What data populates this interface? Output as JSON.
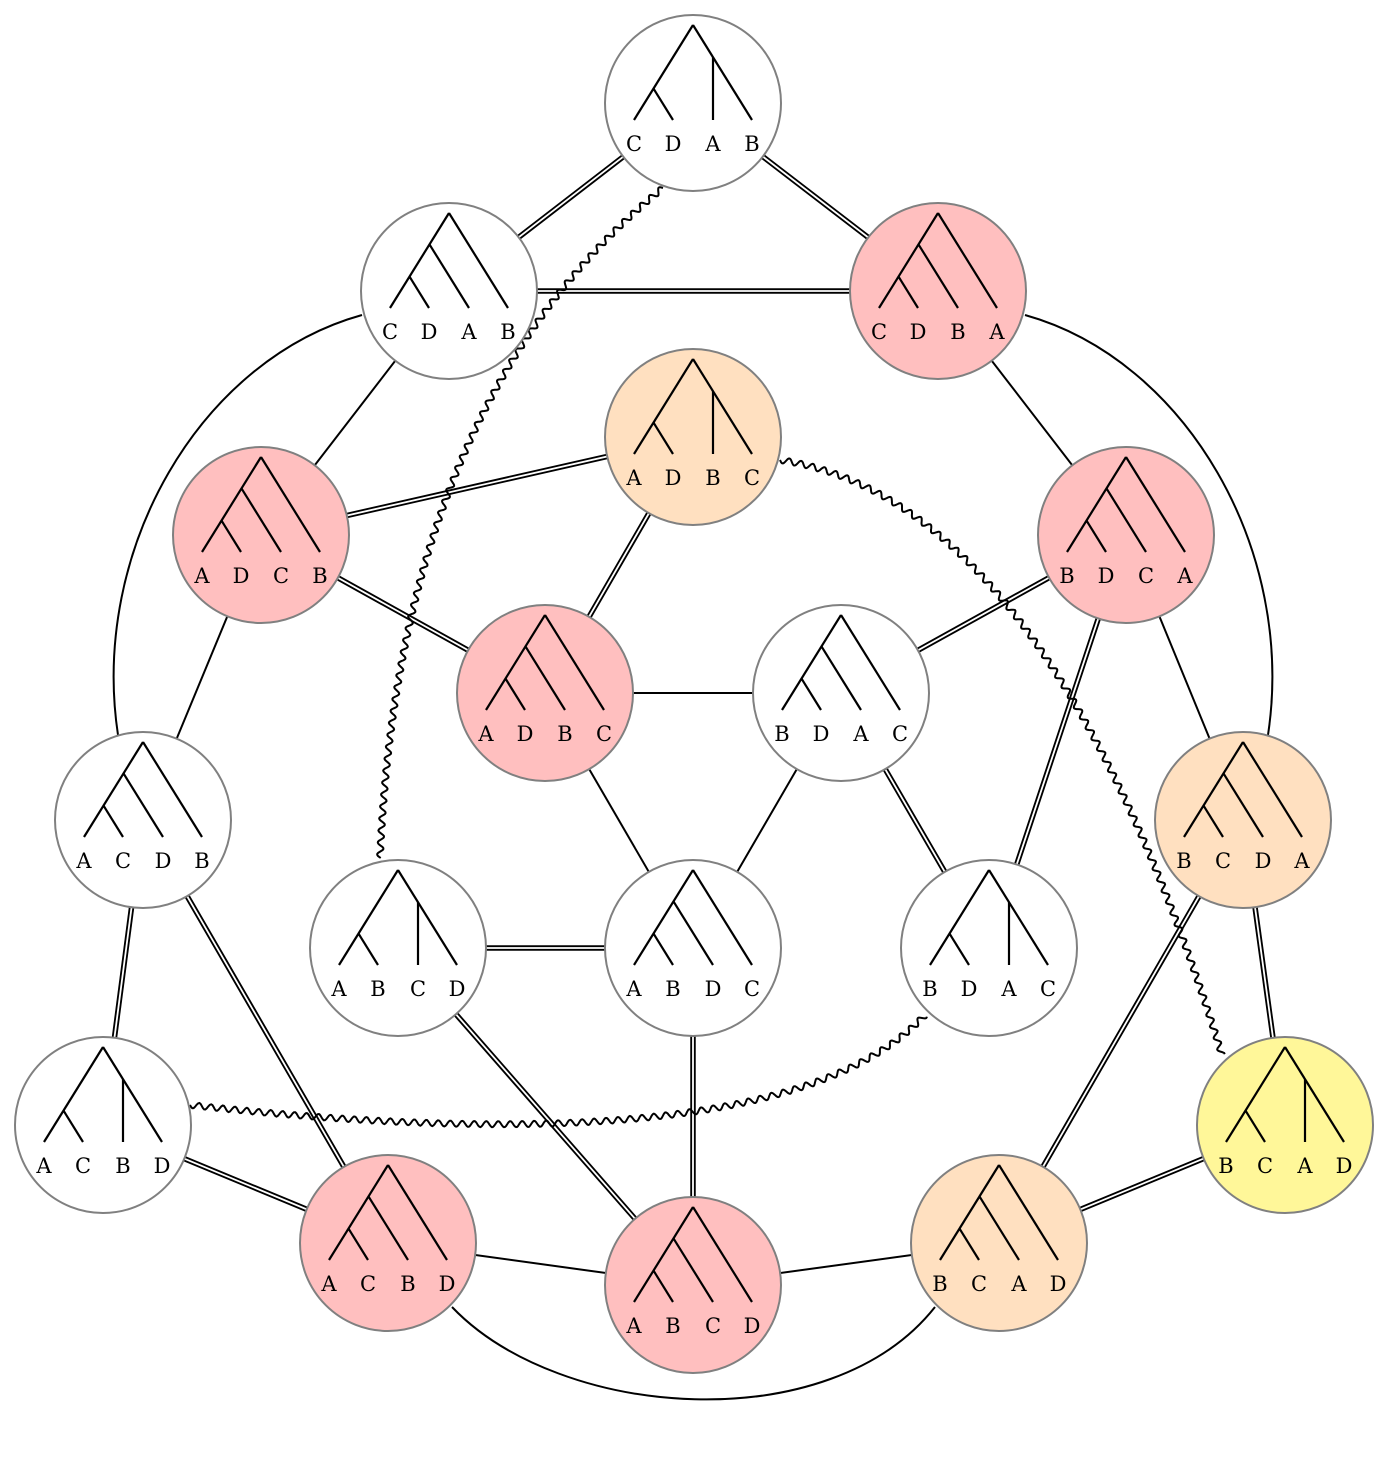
{
  "colors": {
    "white": "#ffffff",
    "pink": "#ffbfbf",
    "orange": "#ffe0c0",
    "yellow": "#fff799",
    "border": "#808080"
  },
  "nodes": [
    {
      "id": "n1",
      "shape": "balanced",
      "fill": "white",
      "leaves": [
        "C",
        "D",
        "A",
        "B"
      ]
    },
    {
      "id": "n2",
      "shape": "caterpillar",
      "fill": "white",
      "leaves": [
        "C",
        "D",
        "A",
        "B"
      ]
    },
    {
      "id": "n3",
      "shape": "caterpillar",
      "fill": "pink",
      "leaves": [
        "C",
        "D",
        "B",
        "A"
      ]
    },
    {
      "id": "n4",
      "shape": "balanced",
      "fill": "orange",
      "leaves": [
        "A",
        "D",
        "B",
        "C"
      ]
    },
    {
      "id": "n5",
      "shape": "caterpillar",
      "fill": "pink",
      "leaves": [
        "A",
        "D",
        "C",
        "B"
      ]
    },
    {
      "id": "n6",
      "shape": "caterpillar",
      "fill": "pink",
      "leaves": [
        "B",
        "D",
        "C",
        "A"
      ]
    },
    {
      "id": "n7",
      "shape": "caterpillar",
      "fill": "pink",
      "leaves": [
        "A",
        "D",
        "B",
        "C"
      ]
    },
    {
      "id": "n8",
      "shape": "caterpillar",
      "fill": "white",
      "leaves": [
        "B",
        "D",
        "A",
        "C"
      ]
    },
    {
      "id": "n9",
      "shape": "caterpillar",
      "fill": "white",
      "leaves": [
        "A",
        "C",
        "D",
        "B"
      ]
    },
    {
      "id": "n10",
      "shape": "caterpillar",
      "fill": "orange",
      "leaves": [
        "B",
        "C",
        "D",
        "A"
      ]
    },
    {
      "id": "n11",
      "shape": "balanced",
      "fill": "white",
      "leaves": [
        "A",
        "B",
        "C",
        "D"
      ]
    },
    {
      "id": "n12",
      "shape": "caterpillar",
      "fill": "white",
      "leaves": [
        "A",
        "B",
        "D",
        "C"
      ]
    },
    {
      "id": "n13",
      "shape": "balanced",
      "fill": "white",
      "leaves": [
        "B",
        "D",
        "A",
        "C"
      ]
    },
    {
      "id": "n14",
      "shape": "balanced",
      "fill": "white",
      "leaves": [
        "A",
        "C",
        "B",
        "D"
      ]
    },
    {
      "id": "n15",
      "shape": "balanced",
      "fill": "yellow",
      "leaves": [
        "B",
        "C",
        "A",
        "D"
      ]
    },
    {
      "id": "n16",
      "shape": "caterpillar",
      "fill": "pink",
      "leaves": [
        "A",
        "C",
        "B",
        "D"
      ]
    },
    {
      "id": "n17",
      "shape": "caterpillar",
      "fill": "pink",
      "leaves": [
        "A",
        "B",
        "C",
        "D"
      ]
    },
    {
      "id": "n18",
      "shape": "caterpillar",
      "fill": "orange",
      "leaves": [
        "B",
        "C",
        "A",
        "D"
      ]
    }
  ],
  "edges": [
    {
      "from": "n1",
      "to": "n2",
      "style": "double"
    },
    {
      "from": "n1",
      "to": "n3",
      "style": "double"
    },
    {
      "from": "n2",
      "to": "n3",
      "style": "double"
    },
    {
      "from": "n2",
      "to": "n5",
      "style": "single"
    },
    {
      "from": "n3",
      "to": "n6",
      "style": "single"
    },
    {
      "from": "n2",
      "to": "n9",
      "style": "single-arc"
    },
    {
      "from": "n3",
      "to": "n10",
      "style": "single-arc"
    },
    {
      "from": "n5",
      "to": "n4",
      "style": "double"
    },
    {
      "from": "n5",
      "to": "n7",
      "style": "double"
    },
    {
      "from": "n4",
      "to": "n7",
      "style": "double"
    },
    {
      "from": "n5",
      "to": "n9",
      "style": "single"
    },
    {
      "from": "n7",
      "to": "n8",
      "style": "single"
    },
    {
      "from": "n8",
      "to": "n6",
      "style": "double"
    },
    {
      "from": "n6",
      "to": "n13",
      "style": "double"
    },
    {
      "from": "n6",
      "to": "n10",
      "style": "single"
    },
    {
      "from": "n7",
      "to": "n12",
      "style": "single"
    },
    {
      "from": "n8",
      "to": "n12",
      "style": "single"
    },
    {
      "from": "n8",
      "to": "n13",
      "style": "double"
    },
    {
      "from": "n9",
      "to": "n14",
      "style": "double"
    },
    {
      "from": "n9",
      "to": "n16",
      "style": "double"
    },
    {
      "from": "n11",
      "to": "n12",
      "style": "double"
    },
    {
      "from": "n11",
      "to": "n17",
      "style": "double"
    },
    {
      "from": "n12",
      "to": "n17",
      "style": "double"
    },
    {
      "from": "n14",
      "to": "n16",
      "style": "double"
    },
    {
      "from": "n16",
      "to": "n17",
      "style": "single"
    },
    {
      "from": "n17",
      "to": "n18",
      "style": "single"
    },
    {
      "from": "n16",
      "to": "n18",
      "style": "single-arc"
    },
    {
      "from": "n10",
      "to": "n15",
      "style": "double"
    },
    {
      "from": "n10",
      "to": "n18",
      "style": "double"
    },
    {
      "from": "n18",
      "to": "n15",
      "style": "double"
    },
    {
      "from": "n1",
      "to": "n11",
      "style": "wavy"
    },
    {
      "from": "n4",
      "to": "n15",
      "style": "wavy"
    },
    {
      "from": "n14",
      "to": "n13",
      "style": "wavy"
    }
  ]
}
